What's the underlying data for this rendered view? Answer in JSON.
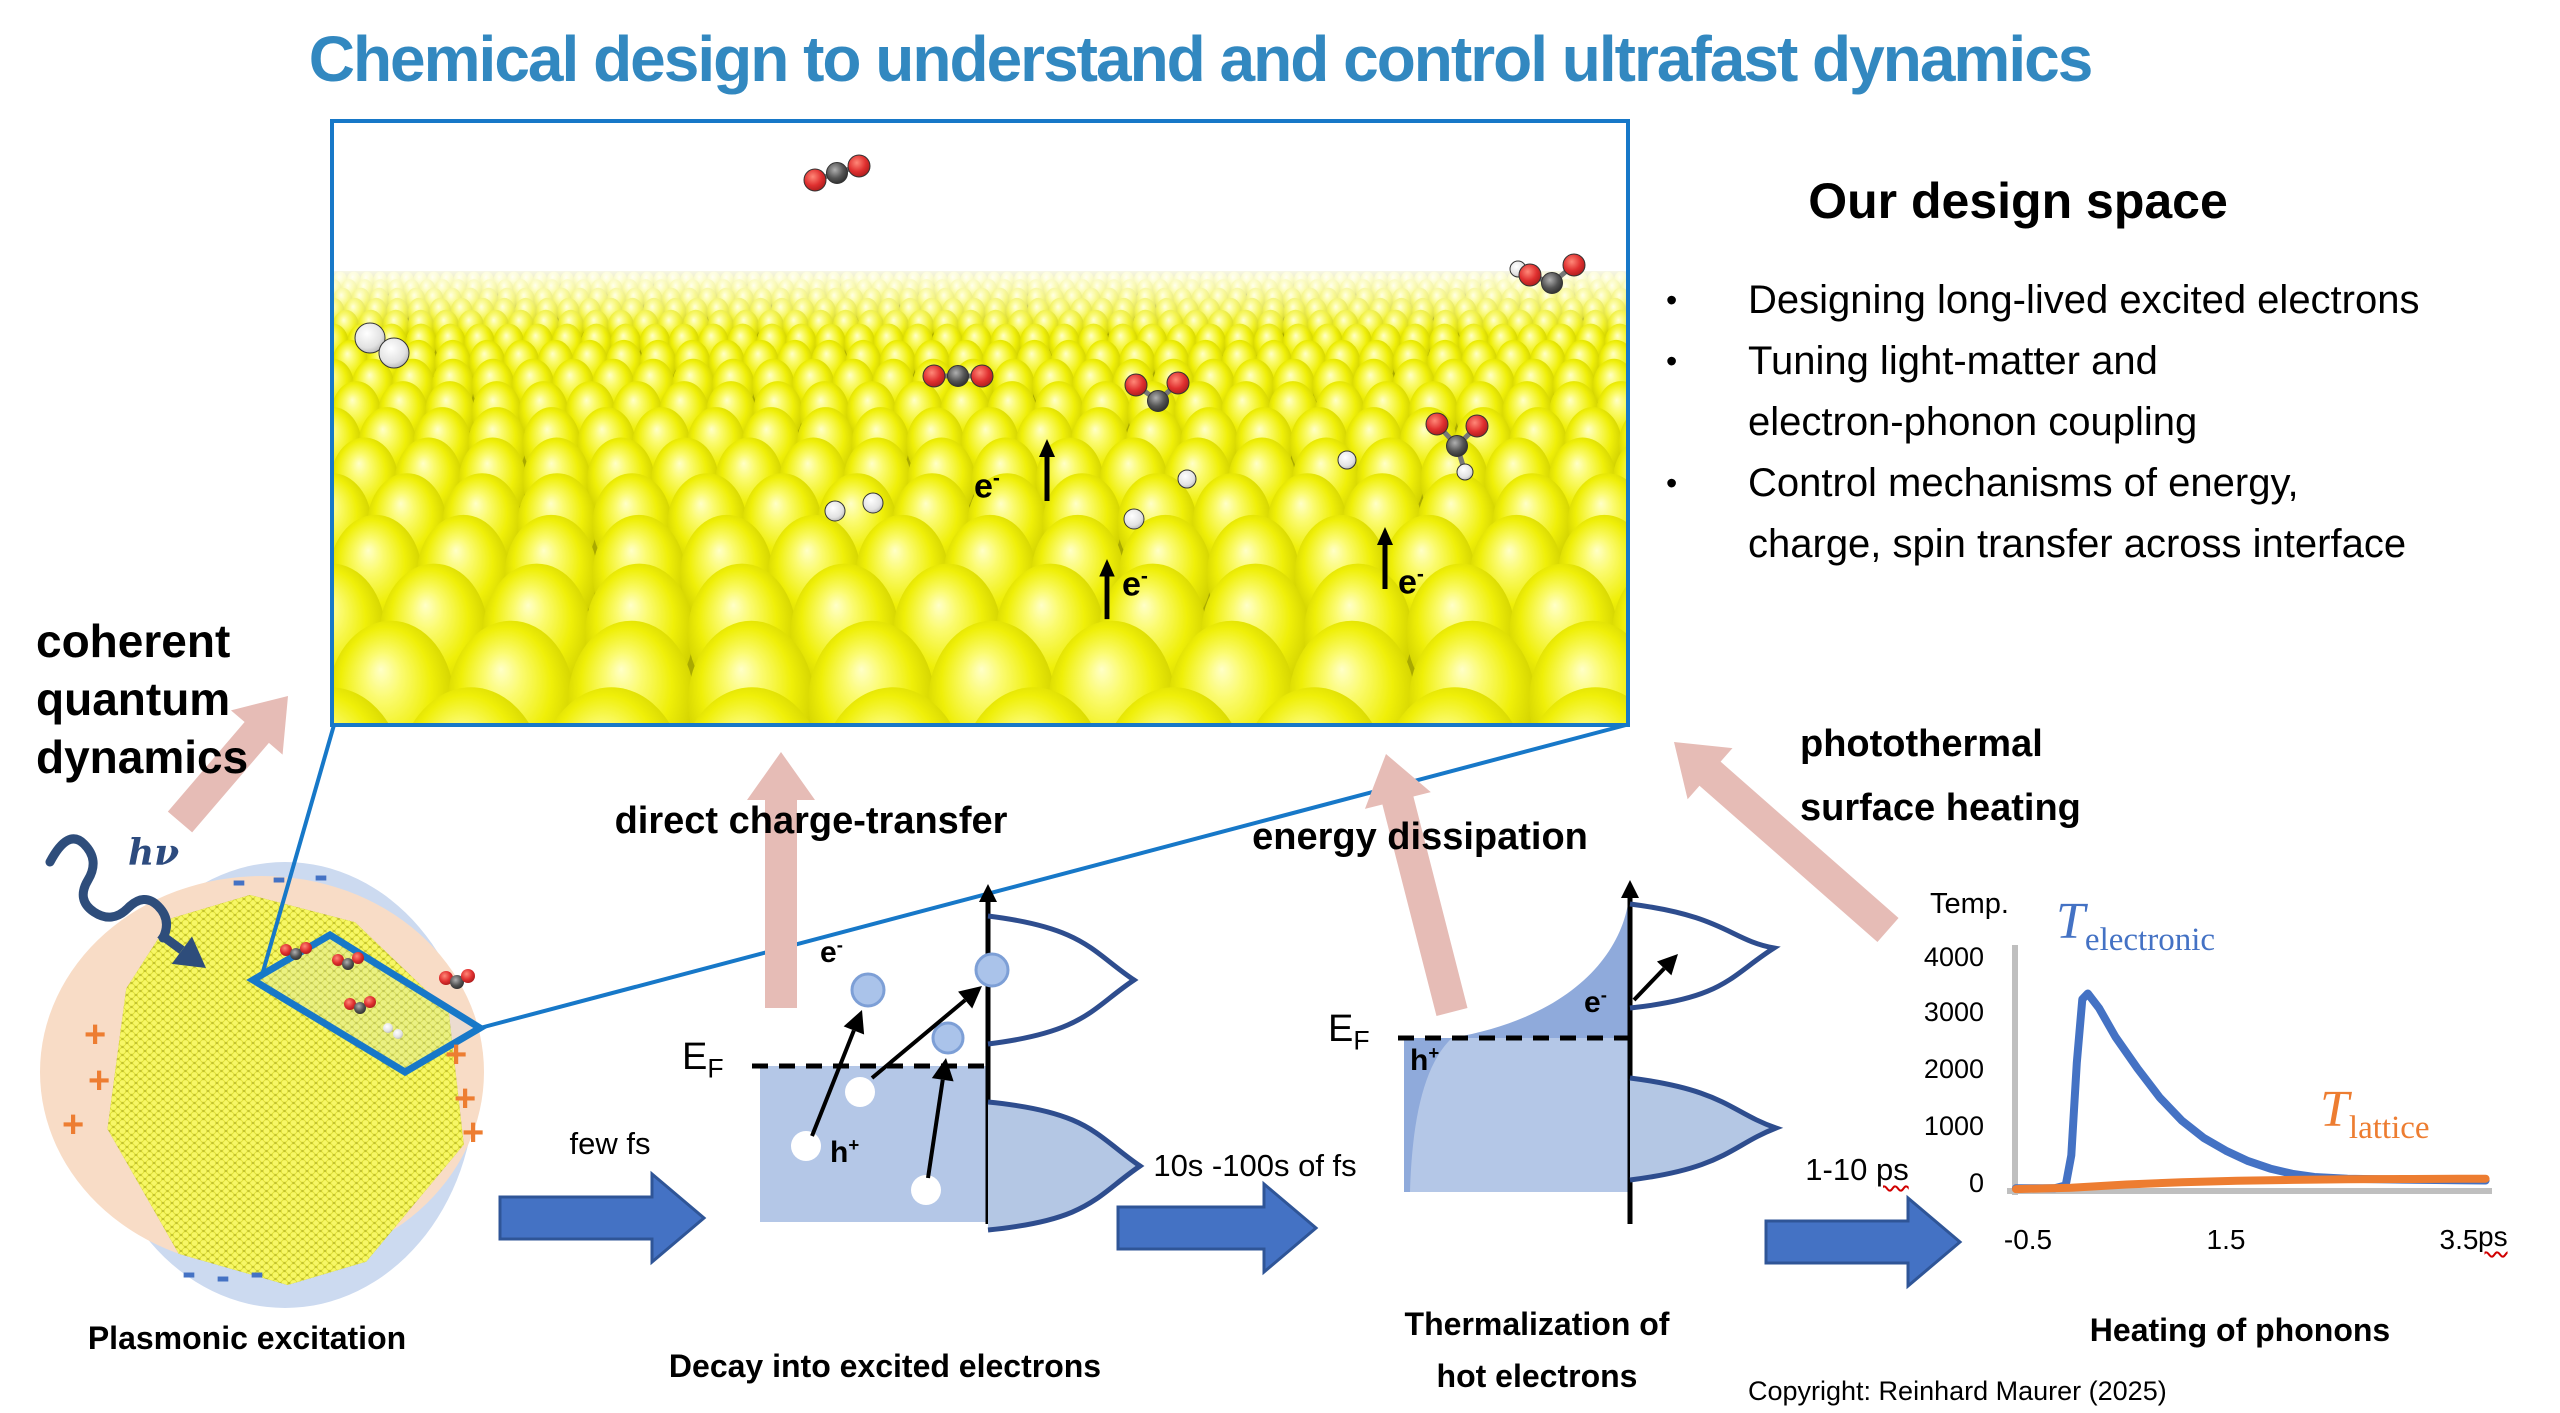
{
  "title": "Chemical design to understand and control ultrafast dynamics",
  "design_space": {
    "heading": "Our design space",
    "bullet_char": "•",
    "bullets": [
      "Designing long-lived excited electrons",
      "Tuning light-matter and\nelectron-phonon coupling",
      "Control mechanisms of energy,\ncharge, spin transfer across interface"
    ]
  },
  "mechanisms": {
    "coherent": "coherent\nquantum\ndynamics",
    "direct_charge_transfer": "direct charge-transfer",
    "energy_dissipation": "energy dissipation",
    "photothermal": "photothermal\nsurface heating"
  },
  "photon_label": "hν",
  "timescales": {
    "plasmon_decay": "few fs",
    "thermalization": "10s -100s of fs",
    "phonon_heating_value": "1-10",
    "phonon_heating_unit": "ps"
  },
  "captions": {
    "plasmonic": "Plasmonic excitation",
    "decay": "Decay into excited electrons",
    "thermalization": "Thermalization of\nhot electrons",
    "heating": "Heating of phonons"
  },
  "copyright": "Copyright: Reinhard Maurer (2025)",
  "symbols": {
    "E": "E",
    "F": "F",
    "e": "e",
    "minus_sup": "-",
    "h": "h",
    "plus_sup": "+",
    "plus_charge": "+",
    "minus_charge": "-"
  },
  "chart_data": {
    "type": "line",
    "ylabel": "Temp.",
    "x_unit": "ps",
    "xticks": [
      "-0.5",
      "1.5",
      "3.5"
    ],
    "yticks": [
      "4000",
      "3000",
      "2000",
      "1000",
      "0"
    ],
    "xlim": [
      -0.5,
      3.8
    ],
    "ylim": [
      0,
      4150
    ],
    "grid": false,
    "legend_position": "inside top / right",
    "series": [
      {
        "name": "T_electronic",
        "legend_main": "T",
        "legend_sub": "electronic",
        "color": "#4472C4",
        "x": [
          -0.5,
          -0.15,
          -0.05,
          0,
          0.05,
          0.1,
          0.15,
          0.25,
          0.4,
          0.6,
          0.8,
          1,
          1.2,
          1.4,
          1.6,
          1.8,
          2,
          2.2,
          2.5,
          3,
          3.5,
          3.75
        ],
        "y": [
          30,
          30,
          80,
          600,
          2200,
          3300,
          3400,
          3150,
          2650,
          2100,
          1600,
          1200,
          900,
          680,
          500,
          370,
          280,
          225,
          195,
          180,
          170,
          165
        ]
      },
      {
        "name": "T_lattice",
        "legend_main": "T",
        "legend_sub": "lattice",
        "color": "#ED7D31",
        "x": [
          -0.5,
          0,
          0.5,
          1,
          1.5,
          2,
          2.5,
          3,
          3.5,
          3.75
        ],
        "y": [
          15,
          40,
          95,
          135,
          160,
          175,
          185,
          190,
          195,
          195
        ]
      }
    ]
  },
  "colors": {
    "title_blue": "#3288C0",
    "panel_border": "#1778C8",
    "arrow_blue": "#4472C4",
    "arrow_blue_edge": "#2F5597",
    "arrow_pink": "#E6BCB6",
    "fermi_fill": "#B4C7E7",
    "fermi_dark": "#8FAADB",
    "curve_navy": "#2E4D8E",
    "gold": "#F0F000",
    "plus_orange": "#ED7D31",
    "minus_blue": "#4472C4"
  }
}
